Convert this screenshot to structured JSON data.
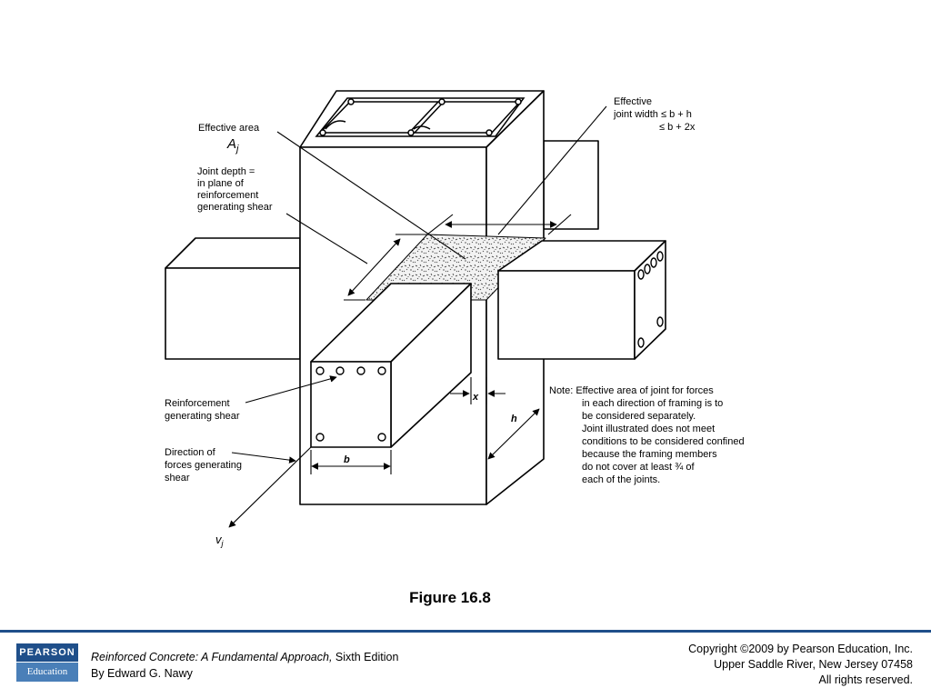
{
  "labels": {
    "effective_area": "Effective area",
    "aj": "A",
    "aj_sub": "j",
    "joint_depth": [
      "Joint depth =",
      "in plane of",
      "reinforcement",
      "generating shear"
    ],
    "effective_joint_width": [
      "Effective",
      "joint width ≤ b + h",
      "≤ b + 2x"
    ],
    "reinforcement_generating_shear": [
      "Reinforcement",
      "generating shear"
    ],
    "direction_of_forces": [
      "Direction of",
      "forces generating",
      "shear"
    ],
    "b": "b",
    "h": "h",
    "x": "x",
    "vj": "v",
    "vj_sub": "j",
    "note": [
      "Note: Effective area of joint for forces",
      "in each direction of framing is to",
      "be considered separately.",
      "Joint illustrated does not meet",
      "conditions to be considered confined",
      "because the framing members",
      "do not cover at least ¾ of",
      "each of the joints."
    ]
  },
  "caption": "Figure 16.8",
  "footer": {
    "logo_top": "PEARSON",
    "logo_bottom": "Education",
    "book_title": "Reinforced Concrete: A Fundamental Approach,",
    "edition": " Sixth Edition",
    "author": "By Edward G. Nawy",
    "copyright": [
      "Copyright ©2009 by Pearson Education, Inc.",
      "Upper Saddle River, New Jersey 07458",
      "All rights reserved."
    ]
  },
  "colors": {
    "brand_dark": "#1f4f8a",
    "brand_light": "#4a7fb8"
  }
}
